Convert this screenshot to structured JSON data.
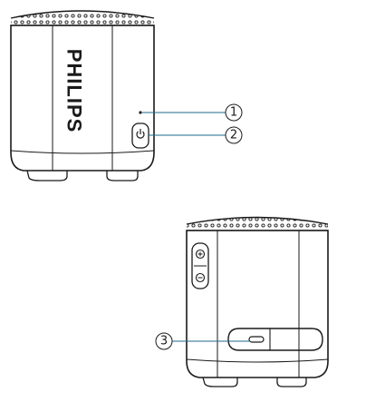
{
  "brand": {
    "name": "PHILIPS"
  },
  "callouts": [
    {
      "number": "1"
    },
    {
      "number": "2"
    },
    {
      "number": "3"
    }
  ],
  "colors": {
    "line": "#1a1a1a",
    "leader": "#1f6a8c",
    "background": "#ffffff"
  },
  "icons": {
    "power": "power-icon",
    "volume_up": "plus-icon",
    "volume_down": "minus-icon",
    "usb_port": "usb-c-port-icon"
  }
}
